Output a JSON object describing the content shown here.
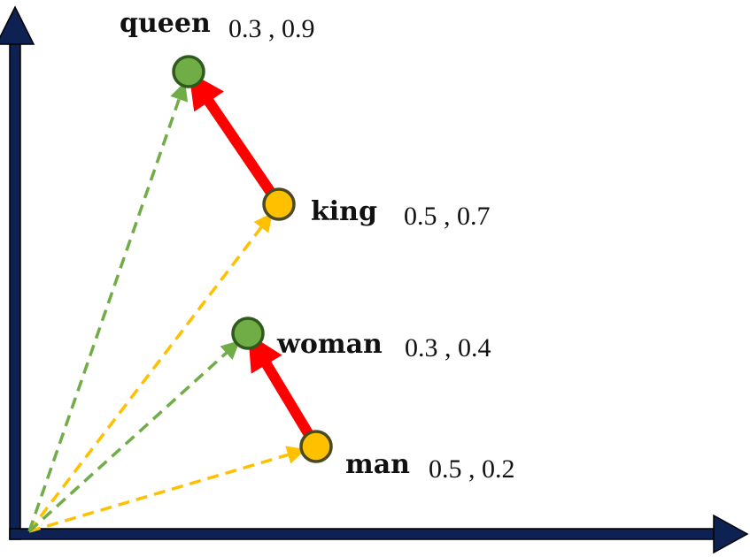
{
  "colors": {
    "axis": "#0d2252",
    "axis_outline": "#000000",
    "male_point": "#ffc000",
    "female_point": "#70ad47",
    "point_outline": "#4a4a22",
    "female_outline": "#2e5a1c",
    "offset_arrow": "#ff0000",
    "male_dashed": "#ffc000",
    "female_dashed": "#70ad47",
    "text": "#111111"
  },
  "icons": {
    "x_axis_head": "arrow-right",
    "y_axis_head": "arrow-up"
  },
  "points": [
    {
      "id": "queen",
      "label": "queen",
      "coords": "0.3 , 0.9",
      "x": 0.3,
      "y": 0.9,
      "group": "female"
    },
    {
      "id": "king",
      "label": "king",
      "coords": "0.5 , 0.7",
      "x": 0.5,
      "y": 0.7,
      "group": "male"
    },
    {
      "id": "woman",
      "label": "woman",
      "coords": "0.3 , 0.4",
      "x": 0.3,
      "y": 0.4,
      "group": "female"
    },
    {
      "id": "man",
      "label": "man",
      "coords": "0.5 , 0.2",
      "x": 0.5,
      "y": 0.2,
      "group": "male"
    }
  ],
  "offset_arrows": [
    {
      "from": "king",
      "to": "queen"
    },
    {
      "from": "man",
      "to": "woman"
    }
  ]
}
